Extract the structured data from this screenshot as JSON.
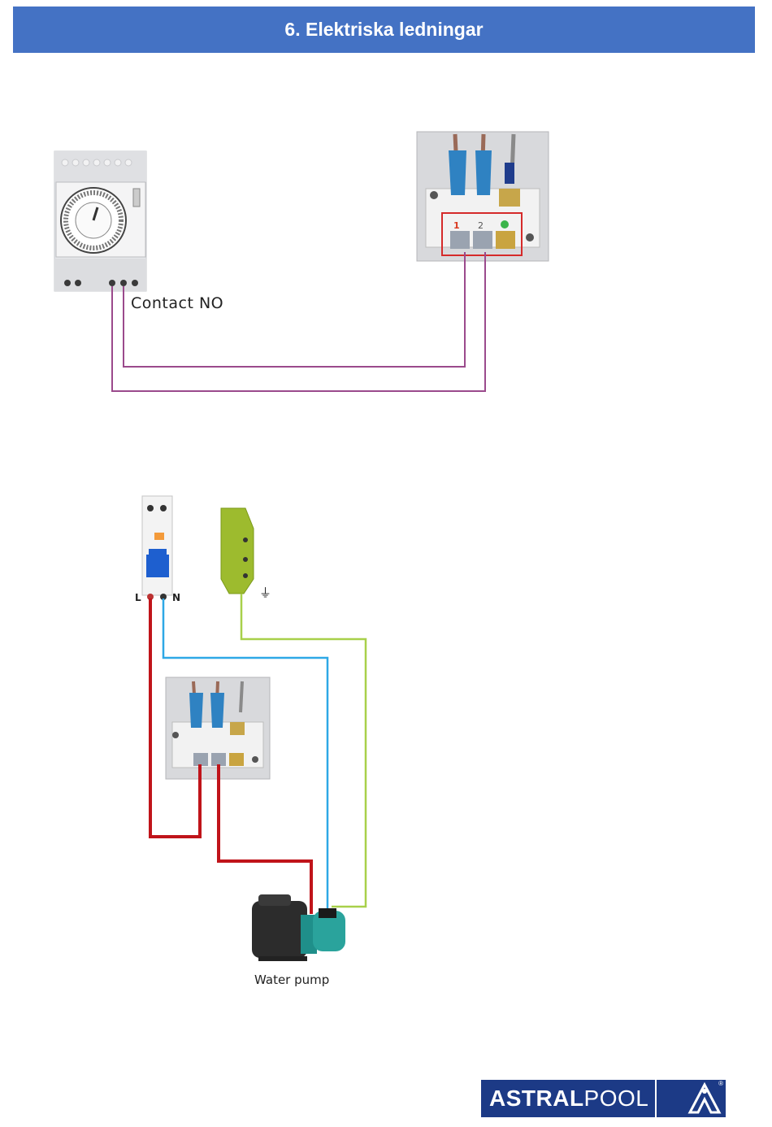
{
  "header": {
    "title": "6. Elektriska ledningar"
  },
  "diagram1": {
    "contact_label": "Contact  NO"
  },
  "terminal_block": {
    "terminal_1": "1",
    "terminal_2": "2"
  },
  "breaker": {
    "l_label": "L",
    "n_label": "N"
  },
  "earth": {
    "symbol": "⏚"
  },
  "pump": {
    "label": "Water pump"
  },
  "logo": {
    "bold": "ASTRAL",
    "light": "POOL",
    "registered": "®"
  },
  "colors": {
    "header_bg": "#4472c4",
    "wire_timer": "#9b4a8c",
    "wire_live": "#c0141a",
    "wire_neutral": "#2ea8e6",
    "wire_earth": "#a8d04a",
    "logo_bg": "#1c3a86"
  }
}
